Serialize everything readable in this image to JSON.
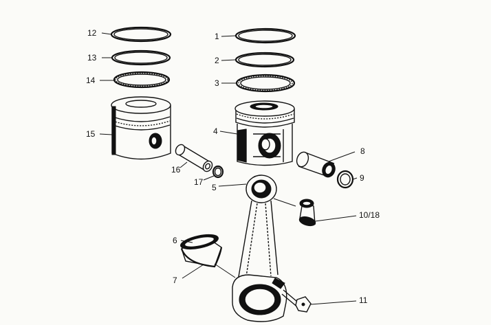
{
  "callouts": {
    "c1": "1",
    "c2": "2",
    "c3": "3",
    "c4": "4",
    "c5": "5",
    "c6": "6",
    "c7": "7",
    "c8": "8",
    "c9": "9",
    "c10_18": "10/18",
    "c11": "11",
    "c12": "12",
    "c13": "13",
    "c14": "14",
    "c15": "15",
    "c16": "16",
    "c17": "17"
  }
}
